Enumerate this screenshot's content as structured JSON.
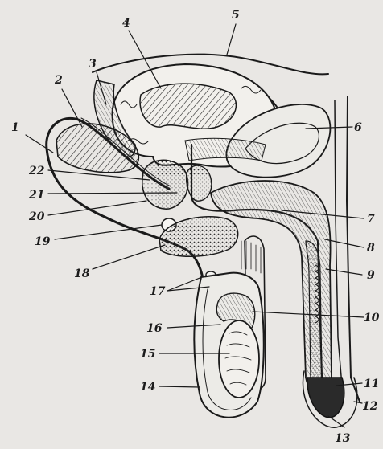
{
  "figure": {
    "labels": {
      "l1": "1",
      "l2": "2",
      "l3": "3",
      "l4": "4",
      "l5": "5",
      "l6": "6",
      "l7": "7",
      "l8": "8",
      "l9": "9",
      "l10": "10",
      "l11": "11",
      "l12": "12",
      "l13": "13",
      "l14": "14",
      "l15": "15",
      "l16": "16",
      "l17": "17",
      "l18": "18",
      "l19": "19",
      "l20": "20",
      "l21": "21",
      "l22": "22"
    }
  }
}
